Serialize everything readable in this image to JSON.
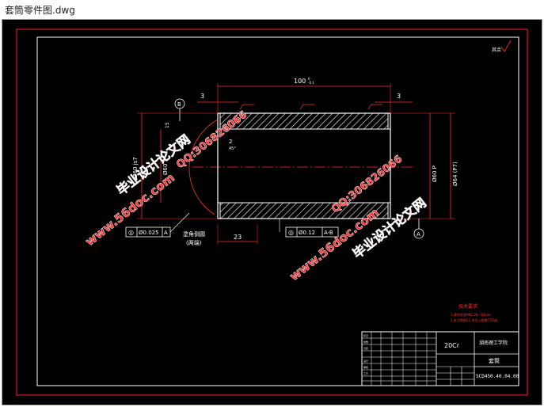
{
  "window": {
    "title": "套筒零件图.dwg"
  },
  "colors": {
    "frame": "#ff2020",
    "line": "#ffffff",
    "dim": "#ff3030",
    "hatch": "#ffffff",
    "watermark": "#ff2a2a"
  },
  "drawing": {
    "dim_length": "100",
    "dim_length_tol": "0\n-0.1",
    "dim_left_3": "3",
    "dim_right_3": "3",
    "dim_bottom_23": "23",
    "dim_2": "2",
    "dim_2b": "45°",
    "dim_15": "15",
    "dim_inner_dia": "Ø60",
    "dim_outer_dia": "Ø60 js7",
    "dim_right_dia": "Ø64 (P7)",
    "dim_right_dia2": "Ø60 P",
    "datum_b": "B",
    "datum_a": "A",
    "tolerance_left": {
      "symbol": "◎",
      "value": "Ø0.025",
      "ref": "A"
    },
    "tolerance_right": {
      "symbol": "◎",
      "value": "Ø0.12",
      "ref": "A-B"
    },
    "note_left": "塗角倒圆",
    "note_left2": "(两端)",
    "top_right_mark": "其余",
    "tech_req_title": "技术要求",
    "tech_req_line1": "1.调质处理HRC 28~32mm",
    "tech_req_line2": "2.未注倒角C1,未注公差按IT12级"
  },
  "title_block": {
    "material": "20Cr",
    "school": "湖南理工学院",
    "part_name": "套筒",
    "drawing_no": "SCD450.40.04.00",
    "rows": [
      "标记",
      "处数",
      "分区",
      "设计",
      "审核",
      "工艺"
    ]
  },
  "watermarks": {
    "brand": "毕业设计论文网",
    "url": "www.56doc.com",
    "qq": "QQ:306826066"
  }
}
